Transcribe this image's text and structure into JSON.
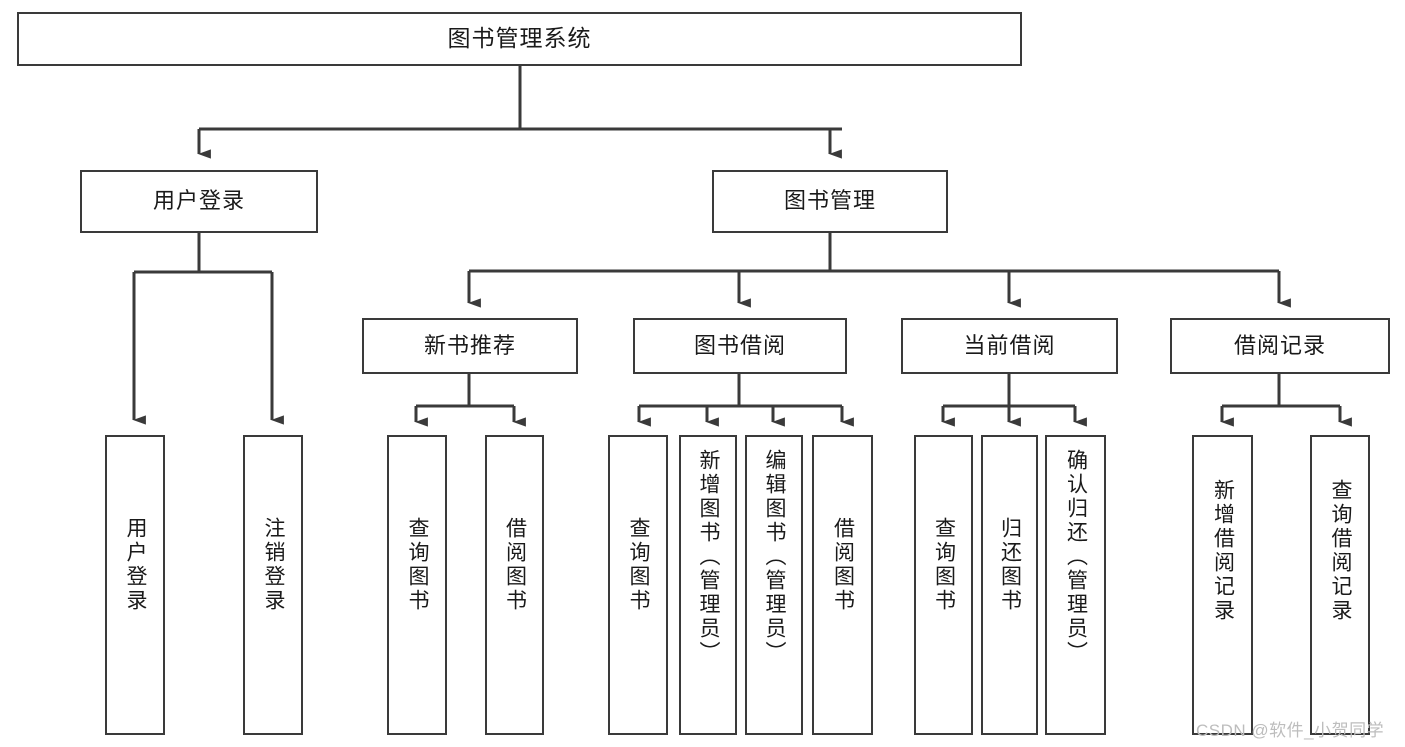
{
  "diagram": {
    "title": "图书管理系统",
    "type": "tree-hierarchy-diagram",
    "nodes": {
      "root": {
        "label": "图书管理系统"
      },
      "level2": [
        {
          "id": "user-login",
          "label": "用户登录"
        },
        {
          "id": "book-management",
          "label": "图书管理"
        }
      ],
      "level3": [
        {
          "id": "new-book-recommend",
          "label": "新书推荐"
        },
        {
          "id": "book-borrow",
          "label": "图书借阅"
        },
        {
          "id": "current-borrow",
          "label": "当前借阅"
        },
        {
          "id": "borrow-record",
          "label": "借阅记录"
        }
      ],
      "leaves": [
        {
          "id": "leaf-user-login",
          "label": "用户登录",
          "parent": "user-login"
        },
        {
          "id": "leaf-logout-login",
          "label": "注销登录",
          "parent": "user-login"
        },
        {
          "id": "leaf-query-book-1",
          "label": "查询图书",
          "parent": "new-book-recommend"
        },
        {
          "id": "leaf-borrow-book-1",
          "label": "借阅图书",
          "parent": "new-book-recommend"
        },
        {
          "id": "leaf-query-book-2",
          "label": "查询图书",
          "parent": "book-borrow"
        },
        {
          "id": "leaf-add-book",
          "label": "新增图书（管理员）",
          "parent": "book-borrow"
        },
        {
          "id": "leaf-edit-book",
          "label": "编辑图书（管理员）",
          "parent": "book-borrow"
        },
        {
          "id": "leaf-borrow-book-2",
          "label": "借阅图书",
          "parent": "book-borrow"
        },
        {
          "id": "leaf-query-book-3",
          "label": "查询图书",
          "parent": "current-borrow"
        },
        {
          "id": "leaf-return-book",
          "label": "归还图书",
          "parent": "current-borrow"
        },
        {
          "id": "leaf-confirm-return",
          "label": "确认归还（管理员）",
          "parent": "current-borrow"
        },
        {
          "id": "leaf-add-record",
          "label": "新增借阅记录",
          "parent": "borrow-record"
        },
        {
          "id": "leaf-query-record",
          "label": "查询借阅记录",
          "parent": "borrow-record"
        }
      ]
    },
    "colors": {
      "stroke": "#3a3a3a",
      "fill": "#ffffff",
      "text": "#1a1a1a",
      "watermark": "#bdbdbd"
    }
  },
  "watermark": {
    "text": "CSDN @软件_小贺同学"
  }
}
